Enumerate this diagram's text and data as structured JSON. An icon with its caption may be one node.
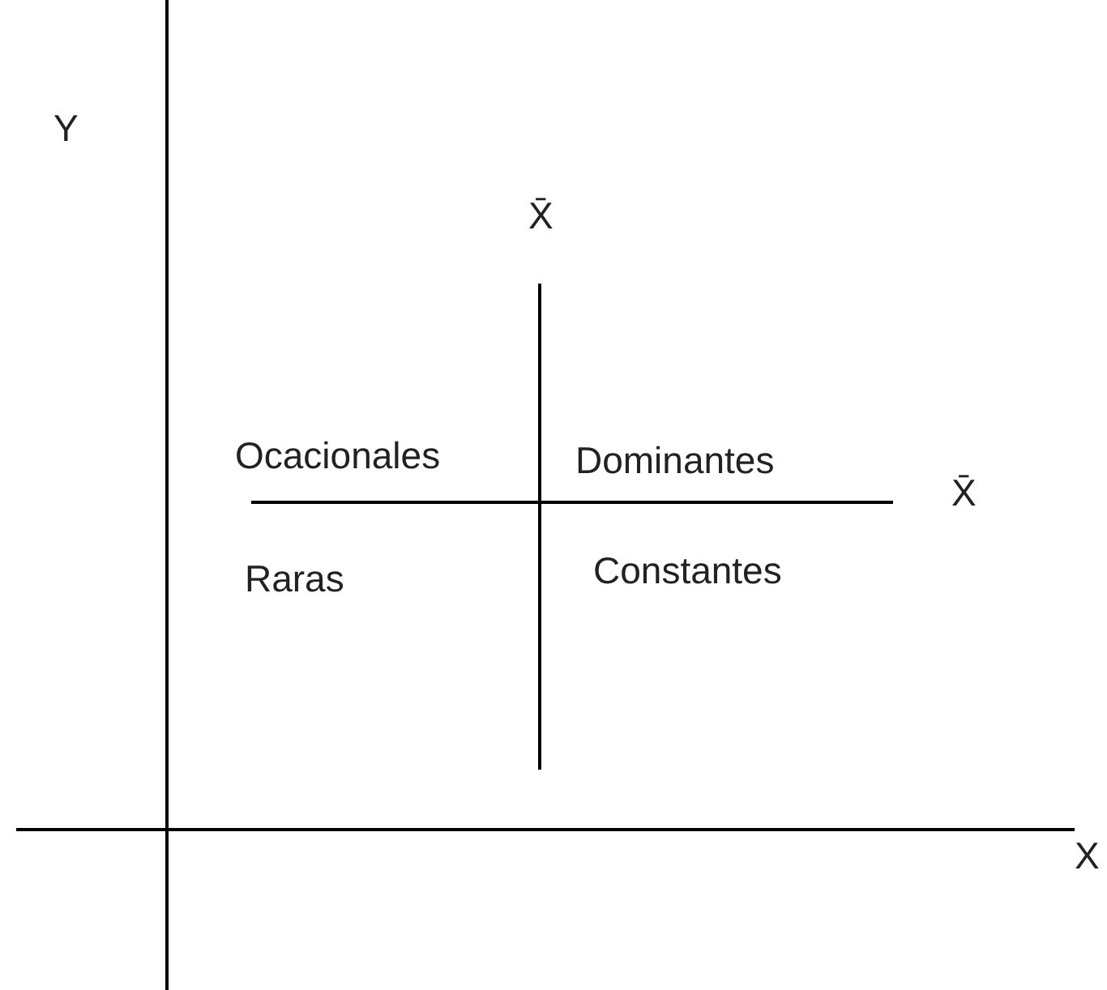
{
  "diagram": {
    "labels": [
      "Y",
      "X̄",
      "Ocacionales",
      "Dominantes",
      "X̄",
      "Raras",
      "Constantes",
      "X"
    ]
  }
}
